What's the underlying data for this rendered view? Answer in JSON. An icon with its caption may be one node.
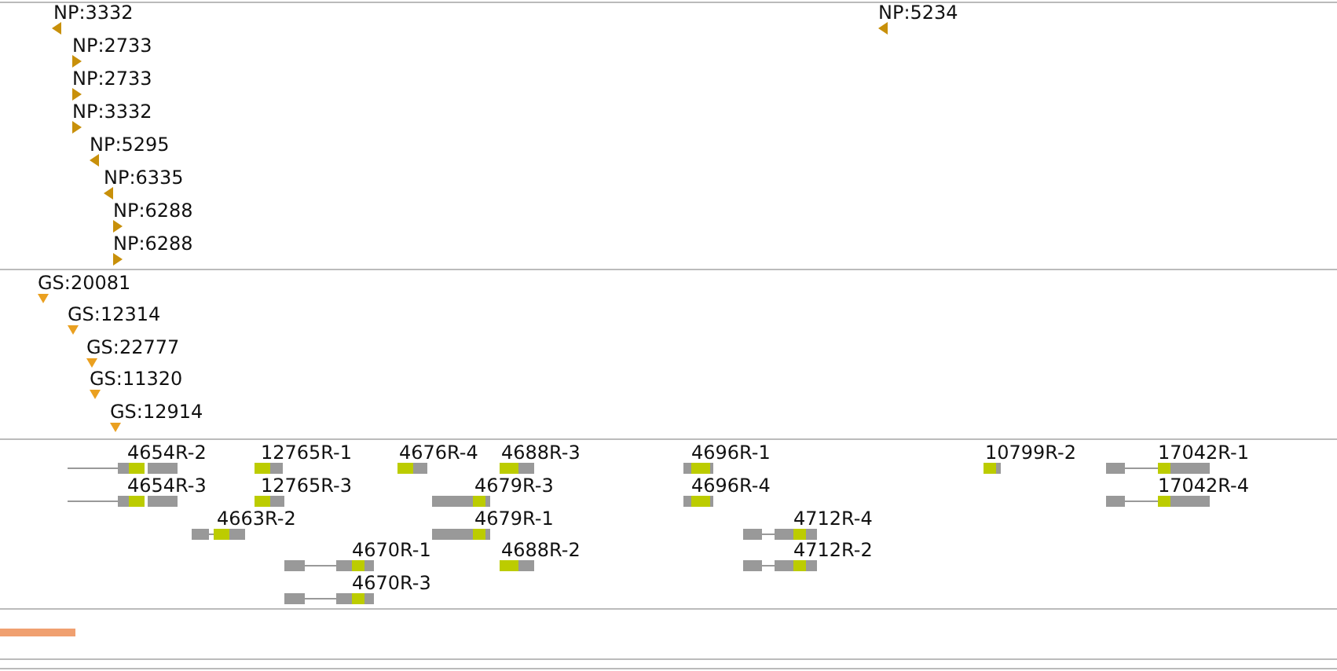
{
  "diagram": {
    "labels": [
      "NP:3332",
      "NP:5234",
      "NP:2733",
      "NP:2733",
      "NP:3332",
      "NP:5295",
      "NP:6335",
      "NP:6288",
      "NP:6288",
      "GS:20081",
      "GS:12314",
      "GS:22777",
      "GS:11320",
      "GS:12914",
      "4654R-2",
      "12765R-1",
      "4676R-4",
      "4688R-3",
      "4696R-1",
      "10799R-2",
      "17042R-1",
      "4654R-3",
      "12765R-3",
      "4679R-3",
      "4696R-4",
      "17042R-4",
      "4663R-2",
      "4679R-1",
      "4712R-4",
      "4670R-1",
      "4688R-2",
      "4712R-2",
      "4670R-3"
    ]
  }
}
